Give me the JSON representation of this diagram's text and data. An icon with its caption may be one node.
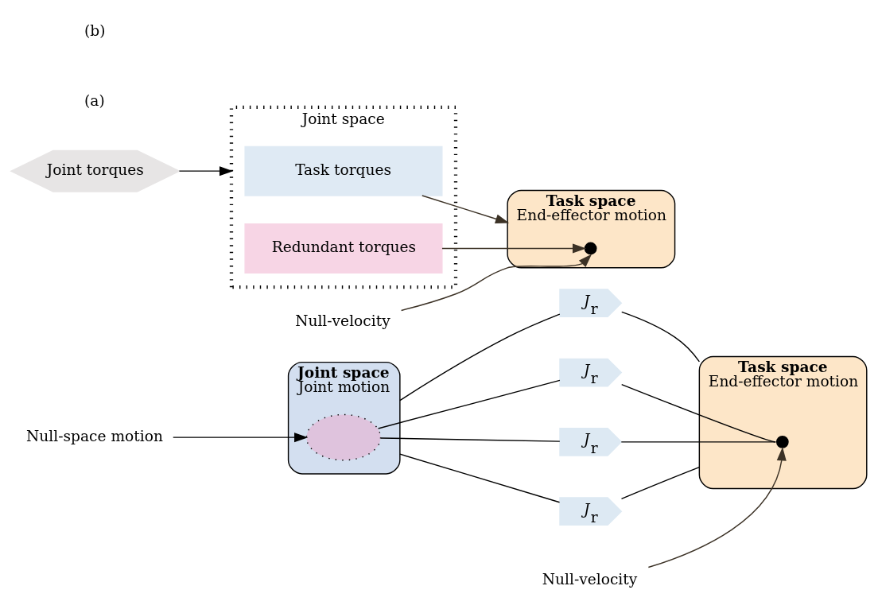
{
  "diagram": {
    "nodes": [
      {
        "text": [
          "Joint space",
          "Joint motion"
        ]
      },
      {
        "text": [],
        "shape": "blob",
        "in": 0
      },
      {
        "text": [
          "Null-space motion"
        ]
      },
      {
        "text": [
          "*J*$_{r}$"
        ]
      },
      {
        "text": [
          "*J*$_{r}$"
        ]
      },
      {
        "text": [
          "*J*$_{r}$"
        ]
      },
      {
        "text": [
          "*J*$_{r}$"
        ]
      },
      {
        "text": [
          "Task space",
          "End-effector motion"
        ]
      },
      {
        "text": [],
        "shape": "circle",
        "in": 7
      },
      {
        "text": [
          "Null-velocity"
        ]
      },
      {
        "text": [
          "Joint torques"
        ]
      },
      {
        "text": [
          "Joint space"
        ]
      },
      {
        "text": [
          "Task torques"
        ],
        "in": 11
      },
      {
        "text": [
          "Redundant torques"
        ],
        "in": 11
      },
      {
        "text": [
          "Task space",
          "End-effector motion"
        ]
      },
      {
        "text": [],
        "shape": "circle",
        "in": 14
      },
      {
        "text": [
          "Null-velocity"
        ]
      }
    ],
    "edges": [
      {
        "from": 2,
        "to": 1,
        "arrow": "to"
      },
      {
        "from": 0,
        "to": 3,
        "arrow": "none"
      },
      {
        "from": 3,
        "to": 7,
        "arrow": "none"
      },
      {
        "from": 1,
        "to": 4,
        "arrow": "none"
      },
      {
        "from": 4,
        "to": 8,
        "arrow": "none"
      },
      {
        "from": 1,
        "to": 5,
        "arrow": "none"
      },
      {
        "from": 5,
        "to": 8,
        "arrow": "none"
      },
      {
        "from": 0,
        "to": 6,
        "arrow": "none"
      },
      {
        "from": 6,
        "to": 7,
        "arrow": "none"
      },
      {
        "from": 9,
        "to": 8,
        "arrow": "to",
        "color": "#3c3226"
      },
      {
        "from": 10,
        "to": 11,
        "arrow": "to"
      },
      {
        "from": 12,
        "to": 14,
        "arrow": "to",
        "color": "#3c3226"
      },
      {
        "from": 13,
        "to": 15,
        "arrow": "to",
        "color": "#3c3226"
      },
      {
        "from": 16,
        "to": 15,
        "arrow": "to",
        "color": "#3c3226"
      }
    ],
    "labels": [
      "(a)",
      "(b)"
    ]
  }
}
